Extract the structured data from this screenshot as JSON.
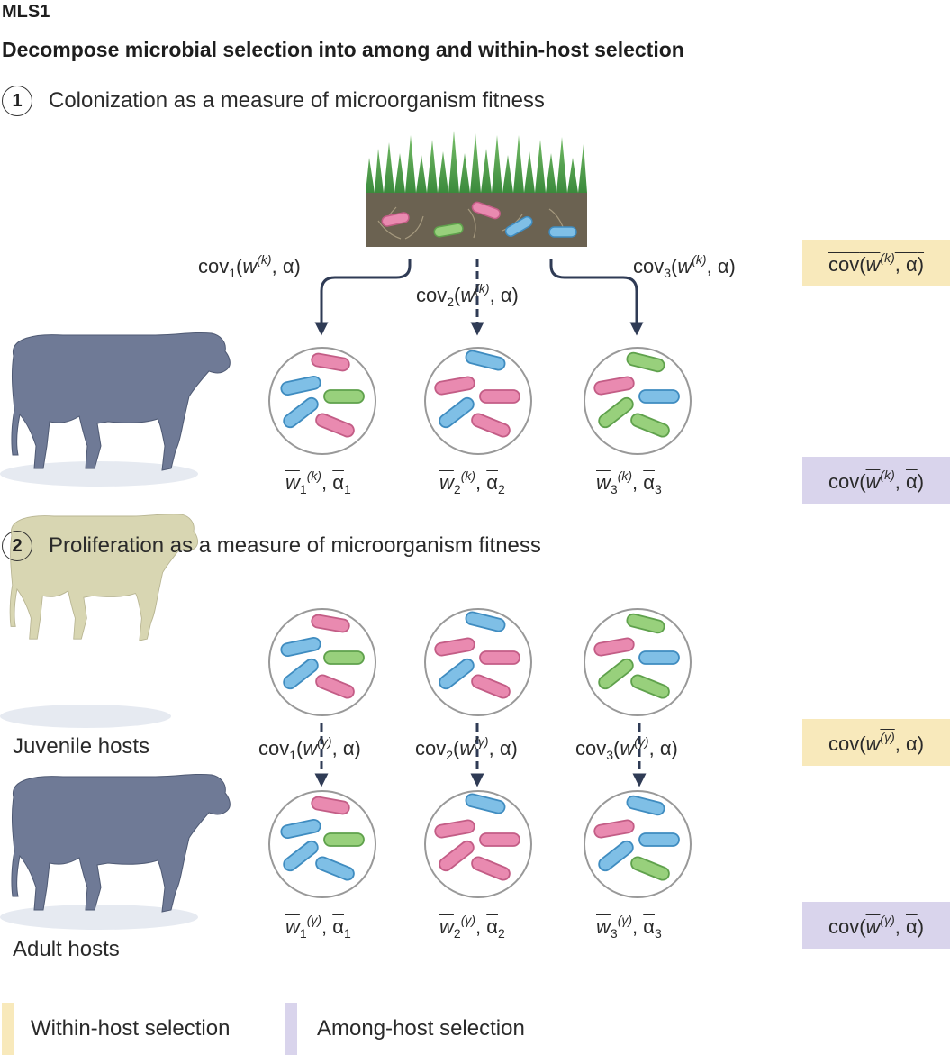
{
  "figure": {
    "tag": "MLS1",
    "headline": "Decompose microbial selection into among and within-host selection"
  },
  "steps": [
    {
      "number": "1",
      "text": "Colonization as a measure of microorganism fitness"
    },
    {
      "number": "2",
      "text": "Proliferation as a measure of microorganism fitness"
    }
  ],
  "math": {
    "cov": "cov",
    "w": "w",
    "alpha": "α",
    "k_sup": "(k)",
    "y_sup": "(γ)",
    "comma": ", ",
    "open": "(",
    "close": ")",
    "idx1": "1",
    "idx2": "2",
    "idx3": "3"
  },
  "hosts": {
    "juvenile_label": "Juvenile hosts",
    "adult_label": "Adult hosts"
  },
  "legend": {
    "within": "Within-host selection",
    "among": "Among-host selection"
  },
  "colors": {
    "within_host": "#f8e9bb",
    "among_host": "#d9d4ec",
    "adult_cow": "#6f7a96",
    "juvenile_cow": "#d8d6b2",
    "arrow": "#2f3b55",
    "microbe_pink": "#e98ab0",
    "microbe_blue": "#7fbfe6",
    "microbe_green": "#98d07c",
    "grass": "#4fa24a",
    "soil": "#6b6251"
  }
}
